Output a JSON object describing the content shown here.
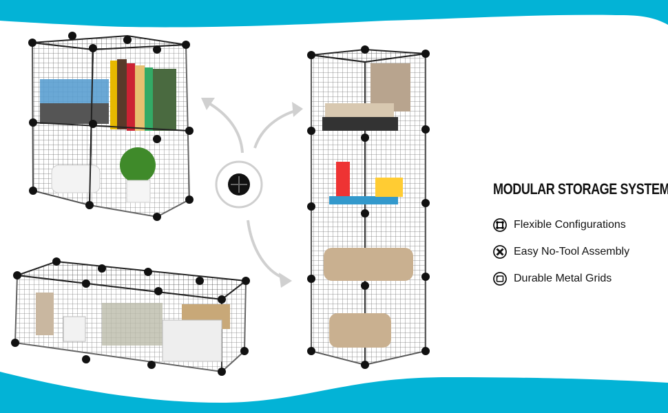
{
  "colors": {
    "band": "#03b3d6",
    "wire": "#2a2a2a",
    "connector": "#111111",
    "arrow": "#cfcfcf"
  },
  "panel": {
    "title": "MODULAR STORAGE SYSTEM",
    "features": [
      {
        "icon": "connector-icon",
        "label": "Flexible Configurations"
      },
      {
        "icon": "tools-icon",
        "label": "Easy No-Tool Assembly"
      },
      {
        "icon": "grid-panel-icon",
        "label": "Durable Metal Grids"
      }
    ]
  }
}
